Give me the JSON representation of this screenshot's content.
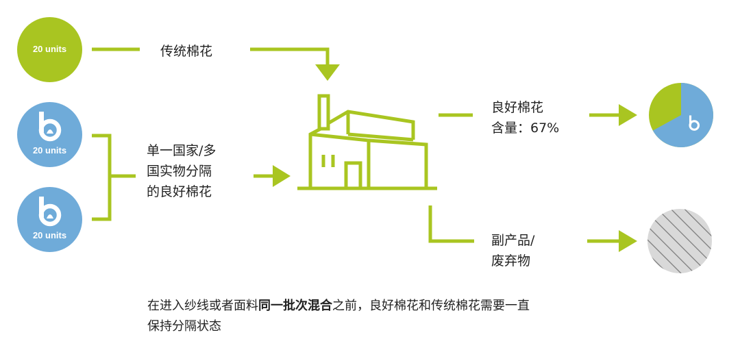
{
  "nodes": {
    "conventional_source": {
      "units": "20 units"
    },
    "bci_source_1": {
      "units": "20 units"
    },
    "bci_source_2": {
      "units": "20 units"
    }
  },
  "labels": {
    "conventional_cotton": "传统棉花",
    "bci_segregated": [
      "单一国家/多",
      "国实物分隔",
      "的良好棉花"
    ],
    "bci_content": [
      "良好棉花",
      "含量：67%"
    ],
    "byproduct": [
      "副产品/",
      "废弃物"
    ]
  },
  "note": {
    "part1": "在进入纱线或者面料",
    "bold": "同一批次混合",
    "part2": "之前，良好棉花和传统棉花需要一直",
    "line2": "保持分隔状态"
  },
  "pie": {
    "bci_share_percent": 67
  },
  "colors": {
    "green": "#a9c521",
    "blue": "#6fabd9",
    "gray": "#d9d9d9"
  },
  "icons": {
    "factory": "factory-icon",
    "bci_logo": "better-cotton-logo-icon",
    "pie": "pie-chart-icon",
    "waste": "hatched-waste-icon"
  }
}
